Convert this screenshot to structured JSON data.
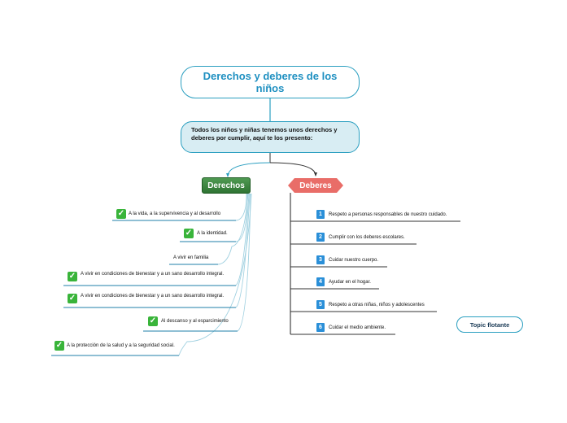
{
  "title": "Derechos y deberes de los niños",
  "intro": "Todos los niños y niñas tenemos unos derechos y deberes por cumplir, aquí te los presento:",
  "derechos": {
    "label": "Derechos",
    "items": [
      "A la vida, a la supervivencia y al desarrollo",
      "A la identidad.",
      "A vivir en familia",
      "A vivir en condiciones de bienestar y a un sano desarrollo integral.",
      "A vivir en condiciones de bienestar y a un sano desarrollo integral.",
      "Al descanso y al esparcimiento",
      "A la protección de la salud y a la seguridad social."
    ]
  },
  "deberes": {
    "label": "Deberes",
    "items": [
      {
        "num": "1",
        "text": "Respeto a personas responsables de nuestro cuidado."
      },
      {
        "num": "2",
        "text": "Cumplir con los deberes escolares."
      },
      {
        "num": "3",
        "text": "Cuidar nuestro cuerpo."
      },
      {
        "num": "4",
        "text": "Ayudar en el hogar."
      },
      {
        "num": "5",
        "text": "Respeto a otras niñas, niños y adolescentes"
      },
      {
        "num": "6",
        "text": "Cuidar el medio ambiente."
      }
    ]
  },
  "floating_topic": "Topic flotante",
  "colors": {
    "accent": "#2b9fc0",
    "derechos": "#3a853d",
    "deberes": "#e96d68",
    "check": "#39b43a",
    "number": "#2a8fd8"
  },
  "icons": {
    "check": "check-icon",
    "number": "number-badge-icon"
  }
}
